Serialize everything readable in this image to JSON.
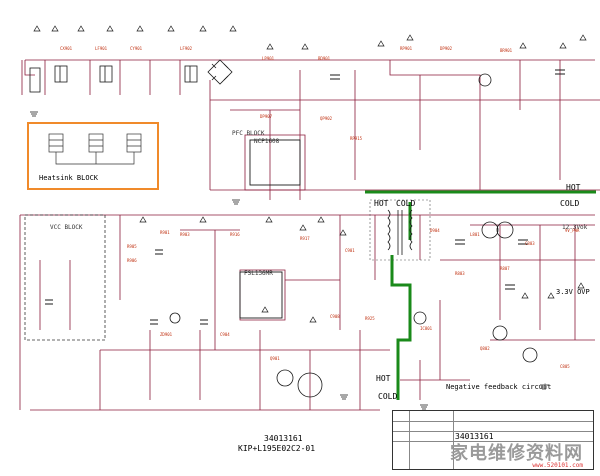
{
  "diagram": {
    "labels": {
      "hot_top": "HOT",
      "cold_top": "COLD",
      "hot_mid": "HOT",
      "cold_mid": "COLD",
      "hot_bottom": "HOT",
      "cold_bottom": "COLD",
      "heatsink_block": "Heatsink BLOCK",
      "vcc_block": "VCC BLOCK",
      "pfc_block": "PFC BLOCK",
      "ovp_label": "3.3V OVP",
      "feedback": "Negative feedback circuit",
      "part_number_1": "34013161",
      "part_number_2": "KIP+L195E02C2-01",
      "part_number_tb": "34013161",
      "ic_pfc": "NCP1608",
      "ic_main": "FSL136MR",
      "pwr_out": "12.3Vok"
    },
    "watermark": {
      "text": "家电维修资料网",
      "url": "www.520101.com"
    },
    "colors": {
      "wire": "#8a1a3a",
      "hot_cold_line": "#1a8a1a",
      "heatsink_border": "#f08a2a",
      "ref_text": "#c03010"
    }
  }
}
